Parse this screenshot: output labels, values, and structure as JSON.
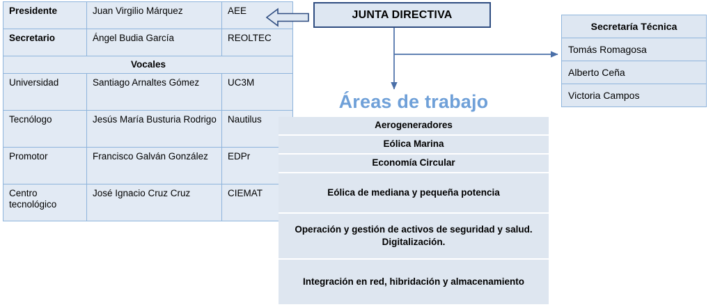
{
  "junta_table": {
    "name": "Junta Directiva members table",
    "rows": [
      {
        "role": "Presidente",
        "person": "Juan Virgilio Márquez",
        "org": "AEE"
      },
      {
        "role": "Secretario",
        "person": "Ángel Budia García",
        "org": "REOLTEC"
      }
    ],
    "section_label": "Vocales",
    "vocales": [
      {
        "role": "Universidad",
        "person": " Santiago Arnaltes Gómez",
        "org": "UC3M"
      },
      {
        "role": "Tecnólogo",
        "person": "Jesús María Busturia Rodrigo",
        "org": "Nautilus"
      },
      {
        "role": "Promotor",
        "person": "Francisco Galván González",
        "org": "EDPr"
      },
      {
        "role": "Centro tecnológico",
        "person": "José Ignacio Cruz Cruz",
        "org": "CIEMAT"
      }
    ]
  },
  "junta_box": {
    "title": "JUNTA DIRECTIVA"
  },
  "secretaria": {
    "header": "Secretaría Técnica",
    "members": [
      "Tomás Romagosa",
      "Alberto Ceña",
      "Victoria Campos"
    ]
  },
  "areas": {
    "title": "Áreas de trabajo",
    "items": [
      "Aerogeneradores",
      "Eólica Marina",
      "Economía Circular",
      "Eólica de mediana y pequeña potencia",
      "Operación y gestión de activos de seguridad y salud. Digitalización.",
      "Integración en red, hibridación y almacenamiento"
    ]
  },
  "colors": {
    "table_fill": "#E2EAF4",
    "table_border": "#8EB4DC",
    "box_fill": "#DEE7F2",
    "box_border": "#2E4C80",
    "area_fill": "#DEE6F0",
    "title_blue": "#6FA0D8",
    "connector": "#4A6FA8"
  }
}
